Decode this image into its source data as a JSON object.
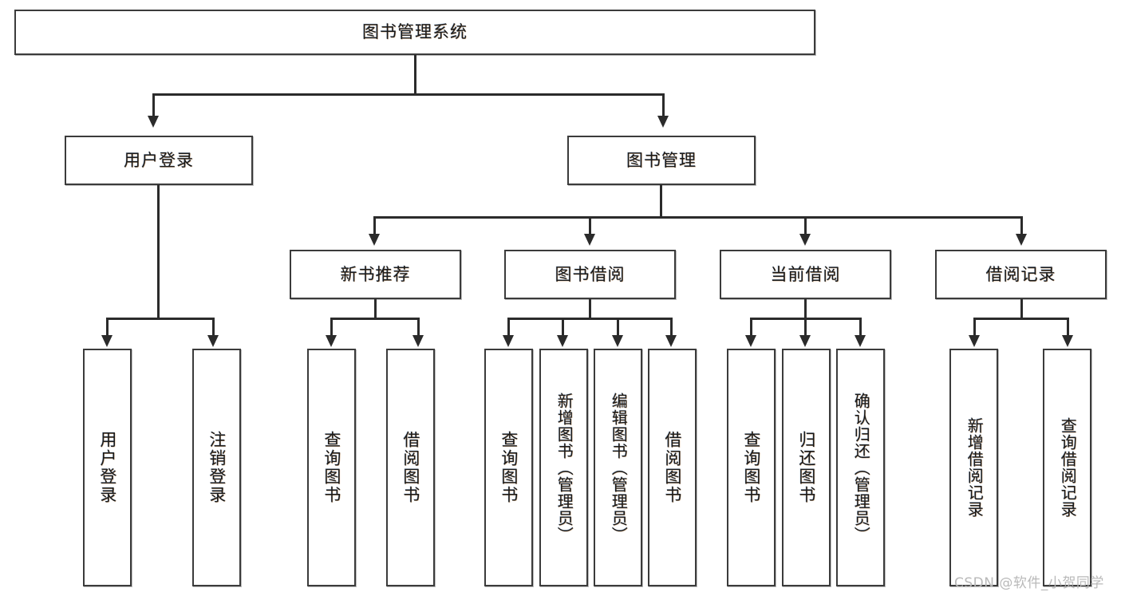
{
  "diagram": {
    "title": "图书管理系统",
    "type": "functional-structure-tree",
    "root": {
      "label": "图书管理系统"
    },
    "level1": [
      {
        "label": "用户登录"
      },
      {
        "label": "图书管理"
      }
    ],
    "level2": [
      {
        "label": "新书推荐"
      },
      {
        "label": "图书借阅"
      },
      {
        "label": "当前借阅"
      },
      {
        "label": "借阅记录"
      }
    ],
    "leaves": {
      "user_login": [
        {
          "label": "用户登录"
        },
        {
          "label": "注销登录"
        }
      ],
      "new_book_recommend": [
        {
          "label": "查询图书"
        },
        {
          "label": "借阅图书"
        }
      ],
      "book_borrow": [
        {
          "label": "查询图书"
        },
        {
          "label": "新增图书（管理员）"
        },
        {
          "label": "编辑图书（管理员）"
        },
        {
          "label": "借阅图书"
        }
      ],
      "current_borrow": [
        {
          "label": "查询图书"
        },
        {
          "label": "归还图书"
        },
        {
          "label": "确认归还（管理员）"
        }
      ],
      "borrow_records": [
        {
          "label": "新增借阅记录"
        },
        {
          "label": "查询借阅记录"
        }
      ]
    }
  },
  "watermark": {
    "text": "CSDN @软件_小贺同学"
  },
  "colors": {
    "box_border": "#3b3b3b",
    "connector": "#2b2b2b",
    "background": "#ffffff",
    "text": "#1a1a1a",
    "watermark": "#b9b9b9"
  }
}
